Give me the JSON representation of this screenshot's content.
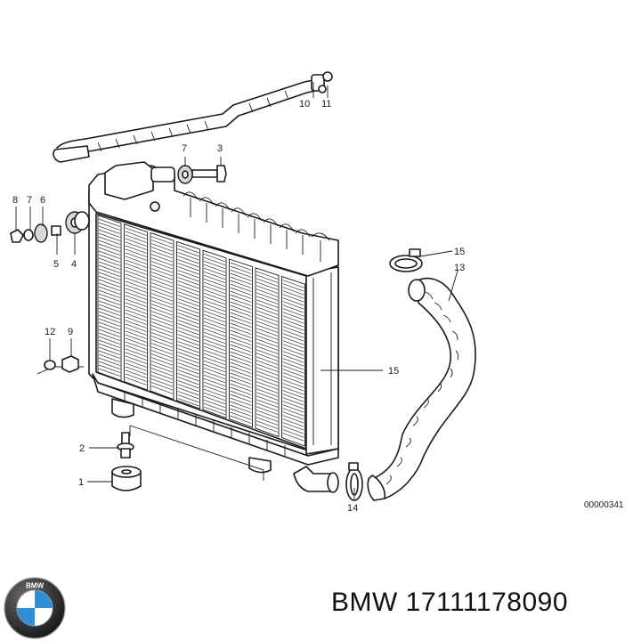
{
  "diagram": {
    "callouts": [
      "1",
      "2",
      "3",
      "4",
      "5",
      "6",
      "7",
      "7",
      "8",
      "9",
      "10",
      "11",
      "12",
      "13",
      "14",
      "15",
      "15"
    ],
    "drawing_code": "00000341"
  },
  "footer": {
    "brand_text": "BMW 17111178090",
    "logo_letters": "BMW"
  },
  "colors": {
    "line": "#1a1a1a",
    "background": "#ffffff",
    "logo_blue": "#2f8fd6"
  }
}
